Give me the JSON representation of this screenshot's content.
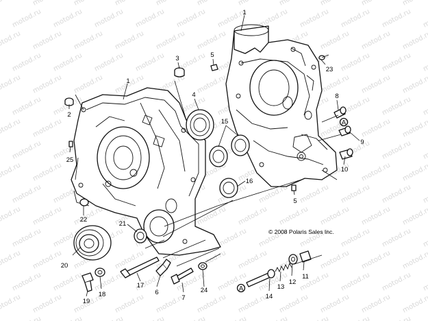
{
  "diagram": {
    "copyright": "© 2008  Polaris Sales Inc.",
    "watermark_text": "motod.ru",
    "callouts": [
      {
        "id": "c1a",
        "label": "1"
      },
      {
        "id": "c1b",
        "label": "1"
      },
      {
        "id": "c2",
        "label": "2"
      },
      {
        "id": "c3",
        "label": "3"
      },
      {
        "id": "c4",
        "label": "4"
      },
      {
        "id": "c5a",
        "label": "5"
      },
      {
        "id": "c5b",
        "label": "5"
      },
      {
        "id": "c6",
        "label": "6"
      },
      {
        "id": "c7",
        "label": "7"
      },
      {
        "id": "c8",
        "label": "8"
      },
      {
        "id": "c9",
        "label": "9"
      },
      {
        "id": "c10",
        "label": "10"
      },
      {
        "id": "c11",
        "label": "11"
      },
      {
        "id": "c12",
        "label": "12"
      },
      {
        "id": "c13",
        "label": "13"
      },
      {
        "id": "c14",
        "label": "14"
      },
      {
        "id": "c15",
        "label": "15"
      },
      {
        "id": "c16",
        "label": "16"
      },
      {
        "id": "c17",
        "label": "17"
      },
      {
        "id": "c18",
        "label": "18"
      },
      {
        "id": "c19",
        "label": "19"
      },
      {
        "id": "c20",
        "label": "20"
      },
      {
        "id": "c21",
        "label": "21"
      },
      {
        "id": "c22",
        "label": "22"
      },
      {
        "id": "c23",
        "label": "23"
      },
      {
        "id": "c24",
        "label": "24"
      },
      {
        "id": "c25",
        "label": "25"
      }
    ],
    "reference_markers": [
      {
        "id": "ra",
        "label": "A"
      },
      {
        "id": "rb",
        "label": "A"
      }
    ]
  }
}
